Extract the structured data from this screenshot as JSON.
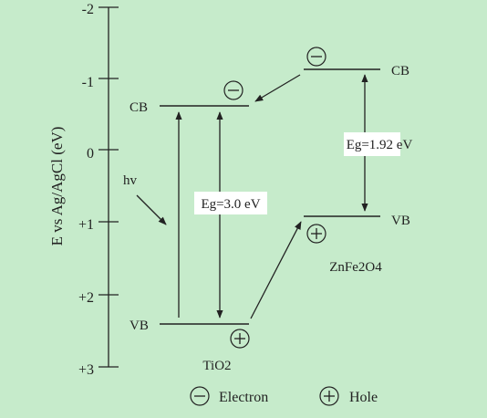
{
  "axis": {
    "label": "E vs Ag/AgCl (eV)",
    "ticks": [
      "-2",
      "-1",
      "0",
      "+1",
      "+2",
      "+3"
    ]
  },
  "tio2": {
    "name": "TiO2",
    "cb_label": "CB",
    "vb_label": "VB",
    "gap_label": "Eg=3.0 eV",
    "light_label": "hv"
  },
  "znfe2o4": {
    "name": "ZnFe2O4",
    "cb_label": "CB",
    "vb_label": "VB",
    "gap_label": "Eg=1.92 eV"
  },
  "legend": {
    "electron": "Electron",
    "hole": "Hole"
  }
}
